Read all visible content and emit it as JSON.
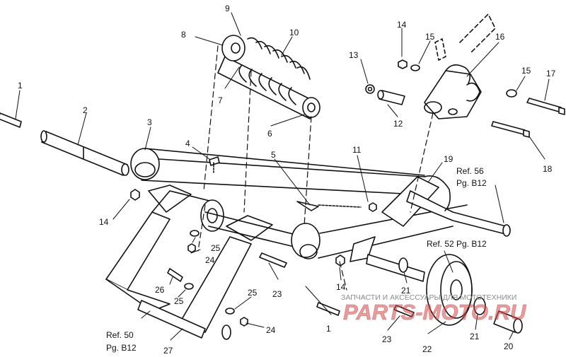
{
  "callouts": {
    "c1": "1",
    "c2": "2",
    "c3": "3",
    "c4": "4",
    "c5": "5",
    "c6": "6",
    "c7": "7",
    "c8": "8",
    "c9": "9",
    "c10": "10",
    "c11": "11",
    "c12": "12",
    "c13": "13",
    "c14a": "14",
    "c14b": "14",
    "c14c": "14",
    "c15a": "15",
    "c15b": "15",
    "c16": "16",
    "c17": "17",
    "c18": "18",
    "c19": "19",
    "c20": "20",
    "c21a": "21",
    "c21b": "21",
    "c22": "22",
    "c23a": "23",
    "c23b": "23",
    "c24a": "24",
    "c24b": "24",
    "c25a": "25",
    "c25b": "25",
    "c25c": "25",
    "c26": "26",
    "c27": "27",
    "c1b": "1"
  },
  "references": {
    "ref56_l1": "Ref. 56",
    "ref56_l2": "Pg. B12",
    "ref52": "Ref. 52 Pg. B12",
    "ref50_l1": "Ref. 50",
    "ref50_l2": "Pg. B12"
  },
  "watermark": {
    "caption": "ЗАПЧАСТИ И АКСЕССУАРЫ ДЛЯ МОТОТЕХНИКИ",
    "logo_text": "PARTS-MOTO.RU"
  },
  "colors": {
    "line": "#111111",
    "watermark": "#d94a4a",
    "watermark_caption": "#8c8c8c"
  }
}
